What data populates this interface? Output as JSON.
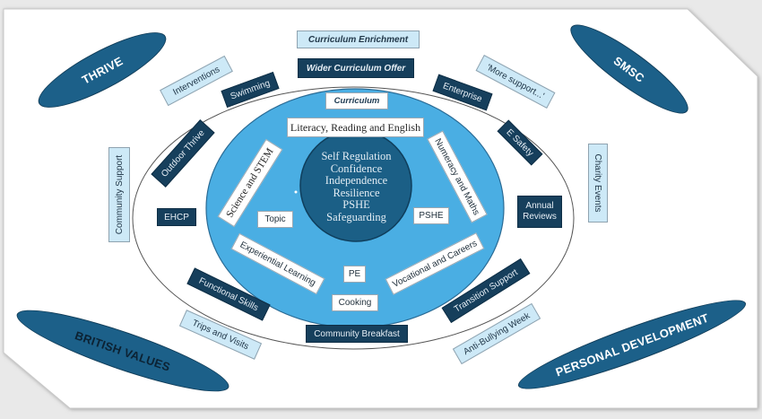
{
  "diagram": {
    "title": "Curriculum Enrichment",
    "colors": {
      "dark_navy": "#163f5c",
      "mid_blue": "#1c6089",
      "sky_blue": "#4aaee3",
      "light_blue": "#cde9f7",
      "core_circle": "#1b5f86"
    },
    "corner_ovals": {
      "top_left": "THRIVE",
      "top_right": "SMSC",
      "bottom_left": "BRITISH VALUES",
      "bottom_right": "PERSONAL DEVELOPMENT"
    },
    "outer_ring_light_boxes": {
      "curriculum_enrichment": "Curriculum Enrichment",
      "interventions": "Interventions",
      "more_support": "'More support...'",
      "community_support": "Community Support",
      "charity_events": "Charity Events",
      "trips_and_visits": "Trips and Visits",
      "anti_bullying_week": "Anti-Bullying Week"
    },
    "wider_ring_dark_boxes": {
      "wider_curriculum_offer": "Wider Curriculum Offer",
      "swimming": "Swimming",
      "enterprise": "Enterprise",
      "outdoor_thrive": "Outdoor Thrive",
      "e_safety": "E Safety",
      "ehcp": "EHCP",
      "annual_reviews_line1": "Annual",
      "annual_reviews_line2": "Reviews",
      "functional_skills": "Functional Skills",
      "transition_support": "Transition Support",
      "community_breakfast": "Community Breakfast"
    },
    "curriculum_ring_boxes": {
      "curriculum": "Curriculum",
      "literacy": "Literacy, Reading and English",
      "science": "Science and STEM",
      "numeracy": "Numeracy and Maths",
      "topic": "Topic",
      "pshe": "PSHE",
      "experiential": "Experiential Learning",
      "vocational": "Vocational and Careers",
      "pe": "PE",
      "cooking": "Cooking"
    },
    "core": [
      "Self Regulation",
      "Confidence",
      "Independence",
      "Resilience",
      "PSHE",
      "Safeguarding"
    ]
  }
}
